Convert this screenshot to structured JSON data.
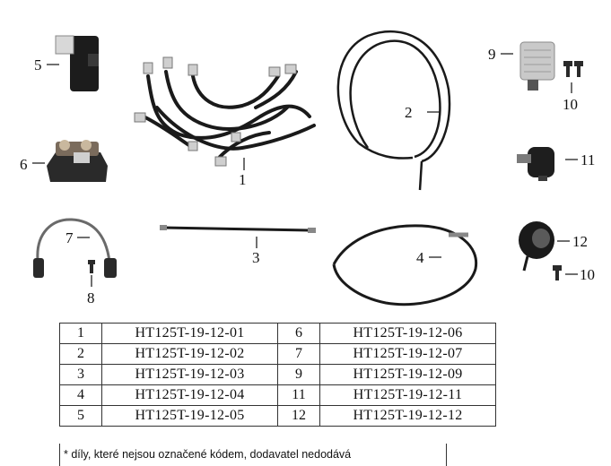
{
  "callouts": {
    "c1": "1",
    "c2": "2",
    "c3": "3",
    "c4": "4",
    "c5": "5",
    "c6": "6",
    "c7": "7",
    "c8": "8",
    "c9": "9",
    "c10a": "10",
    "c10b": "10",
    "c11": "11",
    "c12": "12"
  },
  "parts_table": {
    "rows": [
      {
        "left_no": "1",
        "left_code": "HT125T-19-12-01",
        "right_no": "6",
        "right_code": "HT125T-19-12-06"
      },
      {
        "left_no": "2",
        "left_code": "HT125T-19-12-02",
        "right_no": "7",
        "right_code": "HT125T-19-12-07"
      },
      {
        "left_no": "3",
        "left_code": "HT125T-19-12-03",
        "right_no": "9",
        "right_code": "HT125T-19-12-09"
      },
      {
        "left_no": "4",
        "left_code": "HT125T-19-12-04",
        "right_no": "11",
        "right_code": "HT125T-19-12-11"
      },
      {
        "left_no": "5",
        "left_code": "HT125T-19-12-05",
        "right_no": "12",
        "right_code": "HT125T-19-12-12"
      }
    ]
  },
  "footnote": "* díly, které nejsou označené kódem, dodavatel nedodává"
}
